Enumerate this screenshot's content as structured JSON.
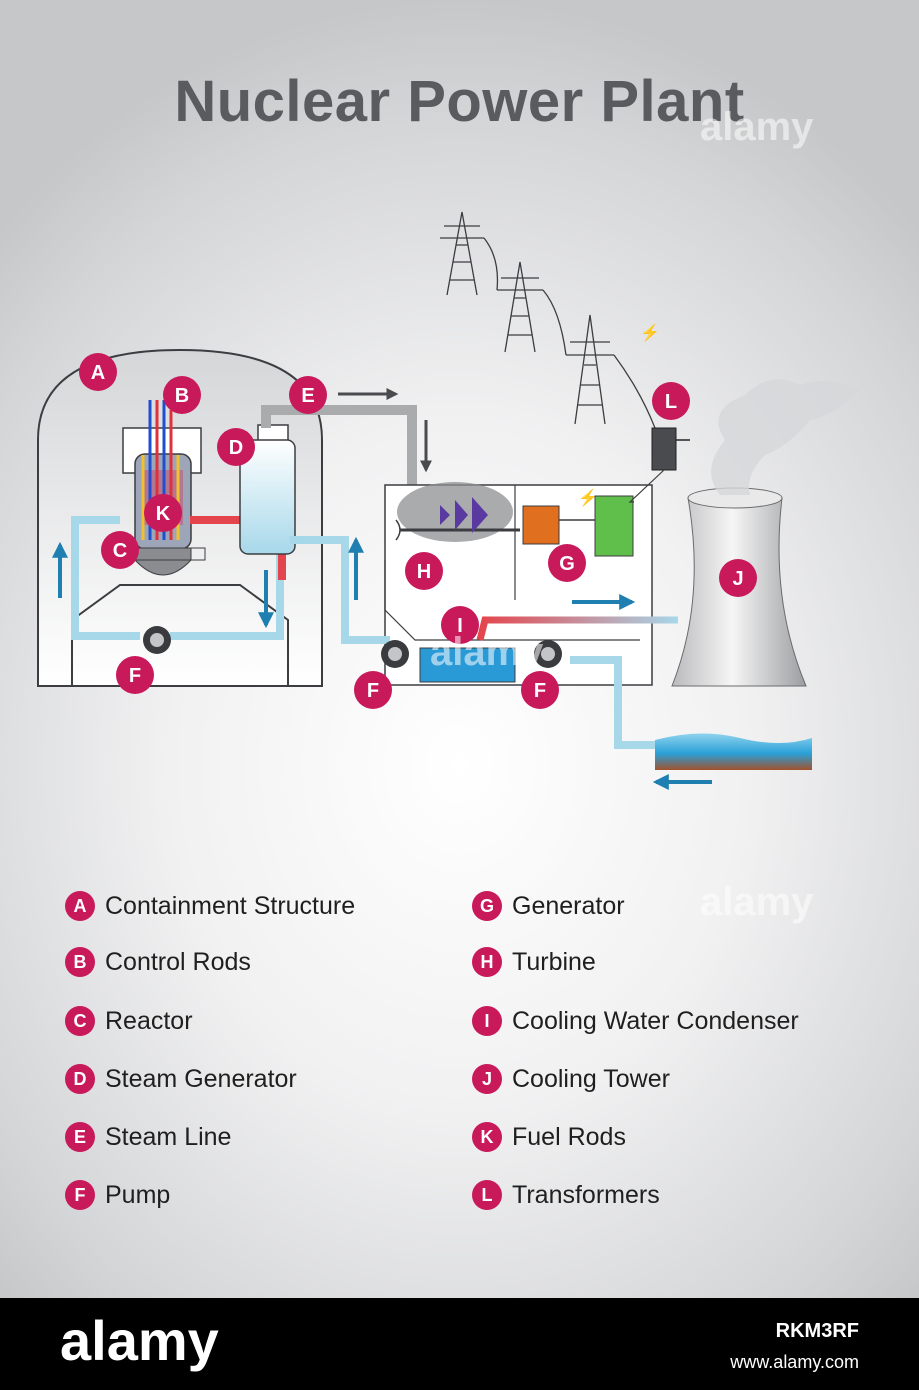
{
  "title": "Nuclear Power Plant",
  "colors": {
    "badge": "#c8195b",
    "hot_water": "#e4454c",
    "cool_water": "#a7d8ea",
    "arrow_blue": "#1f7fb0",
    "steam_pipe": "#a9abad"
  },
  "diagram_labels": {
    "A": "A",
    "B": "B",
    "C": "C",
    "D": "D",
    "E": "E",
    "F": "F",
    "G": "G",
    "H": "H",
    "I": "I",
    "J": "J",
    "K": "K",
    "L": "L"
  },
  "legend": [
    {
      "letter": "A",
      "text": "Containment Structure"
    },
    {
      "letter": "B",
      "text": "Control Rods"
    },
    {
      "letter": "C",
      "text": "Reactor"
    },
    {
      "letter": "D",
      "text": "Steam Generator"
    },
    {
      "letter": "E",
      "text": "Steam Line"
    },
    {
      "letter": "F",
      "text": "Pump"
    },
    {
      "letter": "G",
      "text": "Generator"
    },
    {
      "letter": "H",
      "text": "Turbine"
    },
    {
      "letter": "I",
      "text": "Cooling Water Condenser"
    },
    {
      "letter": "J",
      "text": "Cooling Tower"
    },
    {
      "letter": "K",
      "text": "Fuel Rods"
    },
    {
      "letter": "L",
      "text": "Transformers"
    }
  ],
  "watermark": "alamy",
  "footer": {
    "logo": "alamy",
    "image_id": "RKM3RF",
    "url": "www.alamy.com"
  }
}
